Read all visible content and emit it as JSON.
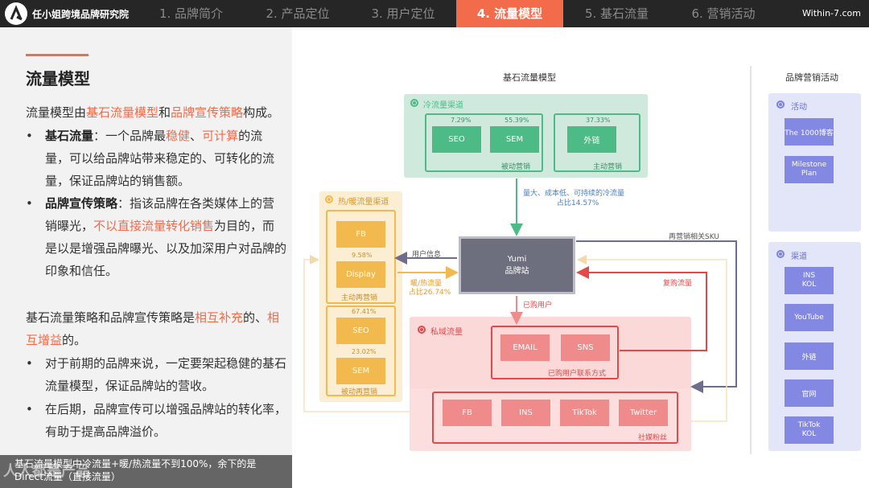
{
  "nav": {
    "brand": "任小姐跨境品牌研究院",
    "tabs": [
      "1. 品牌简介",
      "2. 产品定位",
      "3. 用户定位",
      "4. 流量模型",
      "5. 基石流量",
      "6. 营销活动"
    ],
    "active_index": 3,
    "site": "Within-7.com"
  },
  "left": {
    "title": "流量模型",
    "intro": {
      "a": "流量模型由",
      "b": "基石流量模型",
      "c": "和",
      "d": "品牌宣传策略",
      "e": "构成。"
    },
    "bullet1": {
      "head": "基石流量",
      "t1": "：一个品牌最",
      "h1": "稳健",
      "t2": "、",
      "h2": "可计算",
      "t3": "的流量，可以给品牌站带来稳定的、可转化的流量，保证品牌站的销售额。"
    },
    "bullet2": {
      "head": "品牌宣传策略",
      "t1": "：指该品牌在各类媒体上的营销曝光，",
      "h1": "不以直接流量转化销售",
      "t2": "为目的，而是以是增强品牌曝光、以及加深用户对品牌的印象和信任。"
    },
    "para2": {
      "a": "基石流量策略和品牌宣传策略是",
      "b": "相互补充",
      "c": "的、",
      "d": "相互增益",
      "e": "的。"
    },
    "bullet3": "对于前期的品牌来说，一定要架起稳健的基石流量模型，保证品牌站的营收。",
    "bullet4": "在后期，品牌宣传可以增强品牌站的转化率，有助于提高品牌溢价。",
    "footnote": "基石流量模型中冷流量+暖/热流量不到100%，余下的是Direct流量（直接流量）",
    "watermark": "人人都是产品"
  },
  "diagram": {
    "title": "基石流量模型",
    "cold": {
      "label": "冷流量渠道",
      "seo": "SEO",
      "seo_pct": "7.29%",
      "sem": "SEM",
      "sem_pct": "55.39%",
      "passive": "被动营销",
      "ext": "外链",
      "ext_pct": "37.33%",
      "active": "主动营销",
      "note1": "量大、成本低、可持续的冷流量",
      "note2": "占比14.57%"
    },
    "warm": {
      "label": "热/暖流量渠道",
      "fb": "FB",
      "pct1": "9.58%",
      "display": "Display",
      "active_re": "主动再营销",
      "seo_pct": "67.41%",
      "seo": "SEO",
      "pct2": "23.02%",
      "sem": "SEM",
      "passive_re": "被动再营销"
    },
    "hub": {
      "line1": "Yumi",
      "line2": "品牌站"
    },
    "user_info": "用户信息",
    "warm_note1": "暖/热流量",
    "warm_note2": "占比26.74%",
    "remarketing": "再营销相关SKU",
    "repurchase": "复购流量",
    "purchased": "已购用户",
    "private": {
      "label": "私域流量",
      "email": "EMAIL",
      "sns": "SNS",
      "contact": "已购用户联系方式",
      "fb": "FB",
      "ins": "INS",
      "tiktok": "TikTok",
      "twitter": "Twitter",
      "fans": "社媒粉丝"
    }
  },
  "side": {
    "title": "品牌营销活动",
    "activity": {
      "label": "活动",
      "items": [
        "The 1000博客",
        "Milestone Plan"
      ]
    },
    "channels": {
      "label": "渠道",
      "items": [
        "INS KOL",
        "YouTube",
        "外链",
        "官网",
        "TikTok KOL"
      ]
    }
  },
  "colors": {
    "accent": "#f26b4b",
    "cold_bg": "#cfeadd",
    "cold_box": "#4dbb86",
    "warm_bg": "#fbeed2",
    "warm_box": "#f2b94e",
    "private_bg": "#fbd9d9",
    "private_box": "#f08b8b",
    "hub": "#6d6e7e",
    "side_bg": "#e3e5f8",
    "side_box": "#8388e3"
  }
}
